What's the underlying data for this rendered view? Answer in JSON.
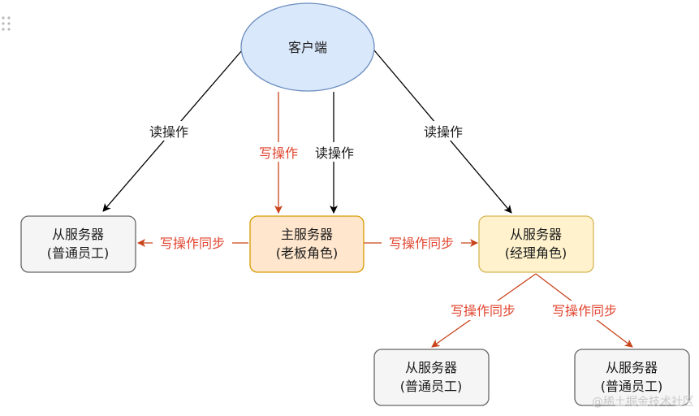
{
  "diagram": {
    "client": {
      "label": "客户端"
    },
    "master": {
      "line1": "主服务器",
      "line2": "(老板角色)"
    },
    "slave_left": {
      "line1": "从服务器",
      "line2": "(普通员工)"
    },
    "slave_right": {
      "line1": "从服务器",
      "line2": "(经理角色)"
    },
    "slave_bottom_left": {
      "line1": "从服务器",
      "line2": "(普通员工)"
    },
    "slave_bottom_right": {
      "line1": "从服务器",
      "line2": "(普通员工)"
    },
    "edges": {
      "read_left": "读操作",
      "write_master": "写操作",
      "read_master": "读操作",
      "read_right": "读操作",
      "sync_left": "写操作同步",
      "sync_right": "写操作同步",
      "sync_bottom_left": "写操作同步",
      "sync_bottom_right": "写操作同步"
    }
  },
  "watermark": "@稀土掘金技术社区",
  "colors": {
    "client_fill": "#dae8fc",
    "client_stroke": "#6c8ebf",
    "master_fill": "#ffe6cc",
    "master_stroke": "#d79b00",
    "manager_fill": "#fff2cc",
    "manager_stroke": "#d6b656",
    "slave_fill": "#f5f5f5",
    "slave_stroke": "#666666",
    "read_arrow": "#000000",
    "write_arrow": "#c9441c",
    "write_text": "#e0442e",
    "read_text": "#1a1a1a"
  }
}
